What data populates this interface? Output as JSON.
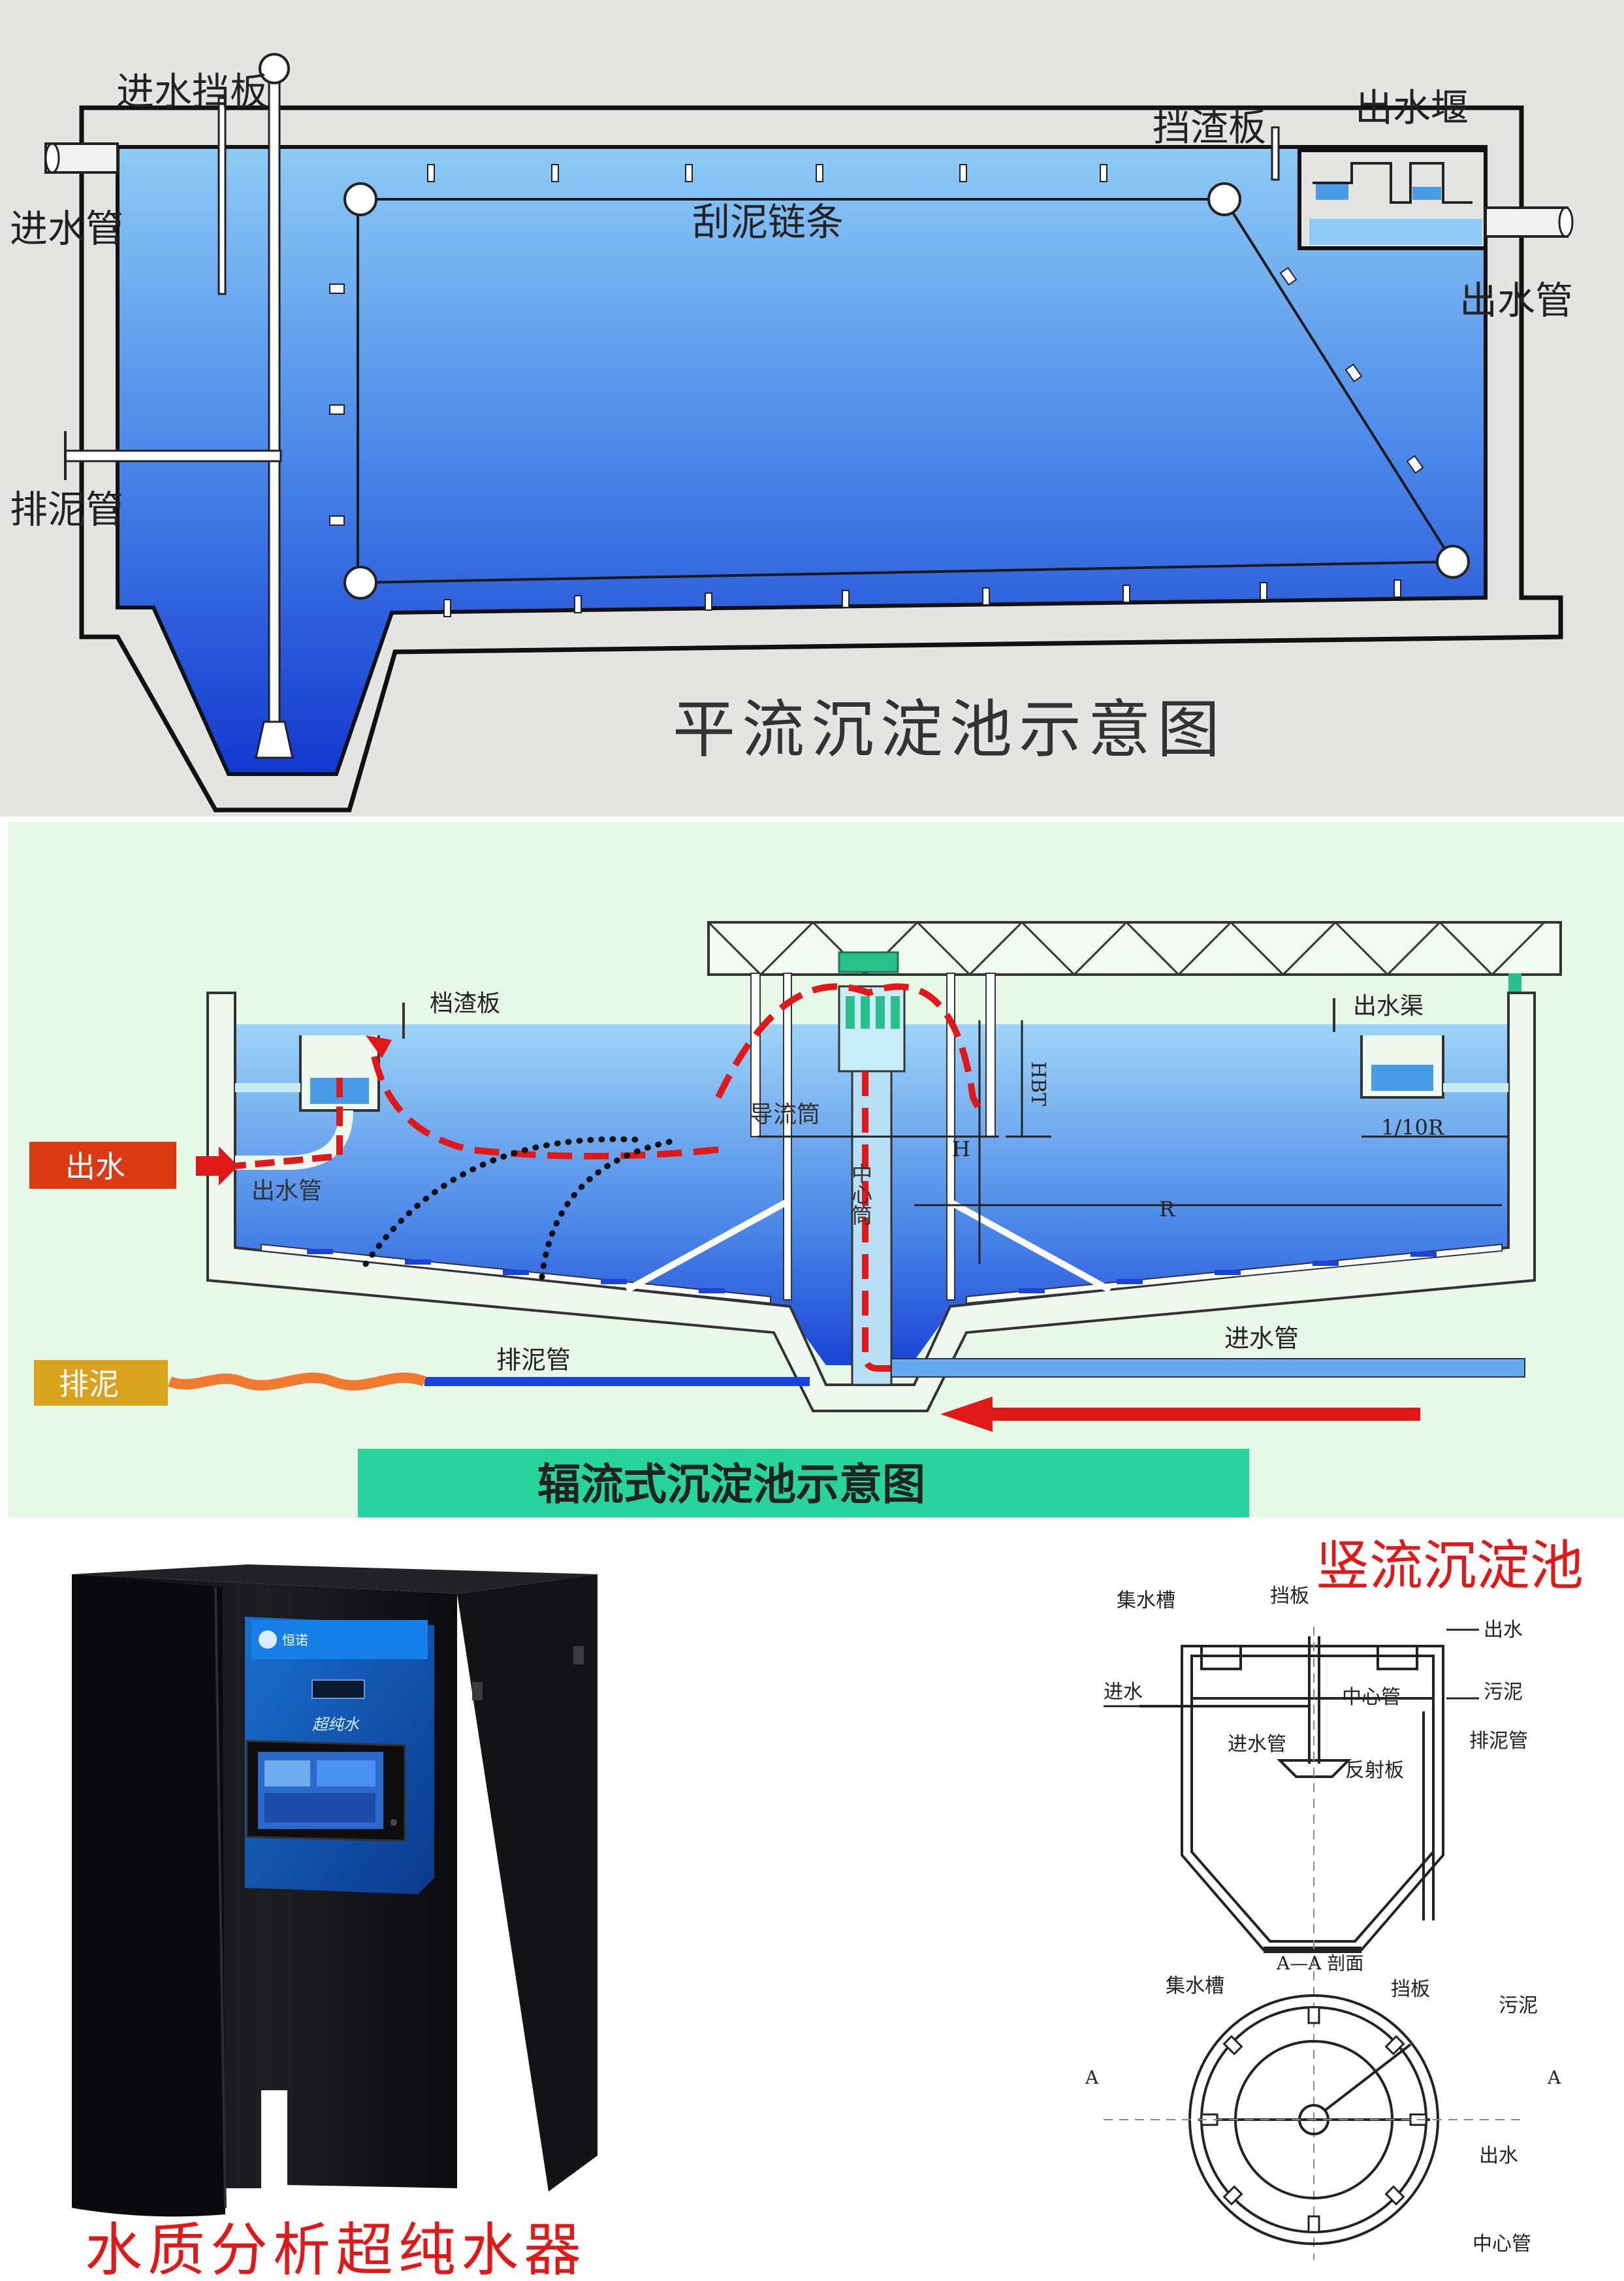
{
  "panel1": {
    "title": "平流沉淀池示意图",
    "labels": {
      "inlet_baffle": "进水挡板",
      "inlet_pipe": "进水管",
      "sludge_pipe": "排泥管",
      "scum_baffle": "挡渣板",
      "outlet_weir": "出水堰",
      "outlet_pipe": "出水管",
      "scraper_chain": "刮泥链条"
    },
    "colors": {
      "background": "#e4e4e2",
      "water_top": "#8ecbf5",
      "water_bottom": "#1238cf"
    }
  },
  "panel2": {
    "title": "辐流式沉淀池示意图",
    "labels": {
      "scum_baffle": "档渣板",
      "outlet_channel": "出水渠",
      "guide_cylinder": "导流筒",
      "center_pipe": "中心筒",
      "outlet_pipe": "出水管",
      "sludge_pipe": "排泥管",
      "inlet_pipe": "进水管",
      "dim_h": "H",
      "dim_hbt": "HBT",
      "dim_r": "R",
      "dim_tenth_r": "1/10R"
    },
    "tags": {
      "outlet": "出水",
      "sludge": "排泥"
    },
    "colors": {
      "background": "#e8f8e8",
      "title_band": "#29d49c",
      "outlet_tag": "#d93a12",
      "sludge_tag": "#d9a21c",
      "flow": "#e01818"
    }
  },
  "panel3": {
    "caption": "水质分析超纯水器",
    "device": {
      "brand": "恒诺",
      "screen_text": "超纯水"
    }
  },
  "panel4": {
    "title": "竖流沉淀池",
    "section_caption": "A—A 剖面",
    "labels": {
      "collect_trough": "集水槽",
      "baffle": "挡板",
      "outlet": "出水",
      "inlet": "进水",
      "center_pipe": "中心管",
      "sludge": "污泥",
      "inlet_pipe": "进水管",
      "sludge_pipe": "排泥管",
      "reflect_plate": "反射板",
      "collect_trough_2": "集水槽",
      "baffle_2": "挡板",
      "sludge_2": "污泥",
      "section_a_left": "A",
      "section_a_right": "A",
      "outlet_2": "出水",
      "center_pipe_2": "中心管"
    }
  }
}
